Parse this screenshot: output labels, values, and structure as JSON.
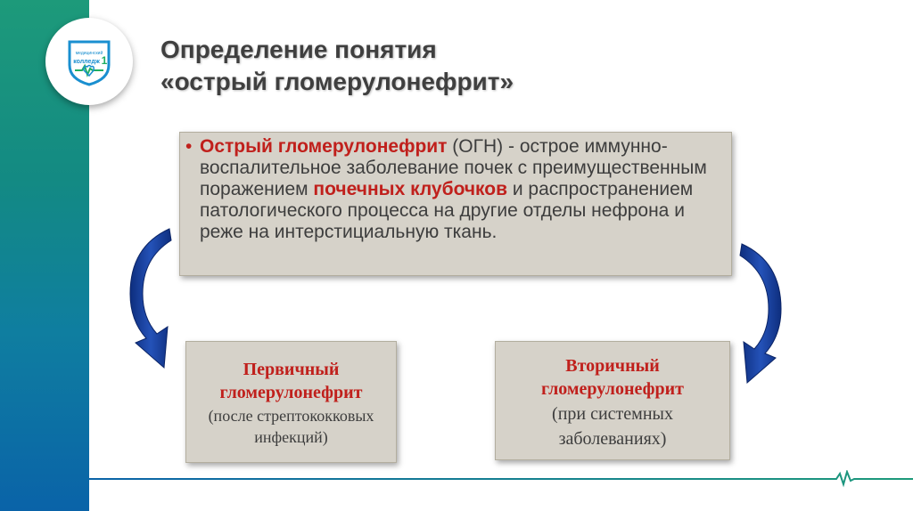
{
  "logo": {
    "icon": "college-logo-icon",
    "text_top": "медицинский",
    "text_bottom": "колледж",
    "number": "1"
  },
  "title": {
    "line1": "Определение понятия",
    "line2": "«острый гломерулонефрит»"
  },
  "definition": {
    "bullet": "•",
    "term": "Острый гломерулонефрит",
    "text1": " (ОГН) - острое иммунно-воспалительное заболевание почек с преимущественным поражением ",
    "highlight": "почечных клубочков",
    "text2": " и распространением патологического процесса на другие отделы нефрона и реже на интерстициальную ткань."
  },
  "primary": {
    "title_line1": "Первичный",
    "title_line2": "гломерулонефрит",
    "note_line1": "(после стрептококковых",
    "note_line2": "инфекций)"
  },
  "secondary": {
    "title_line1": "Вторичный",
    "title_line2": "гломерулонефрит",
    "note_line1": "(при системных",
    "note_line2": "заболеваниях)"
  },
  "colors": {
    "accent_red": "#c0201c",
    "arrow_blue": "#1a3d96",
    "sidebar_top": "#1d9a7a",
    "sidebar_bottom": "#0a63a8",
    "box_fill": "#d6d2c9"
  }
}
